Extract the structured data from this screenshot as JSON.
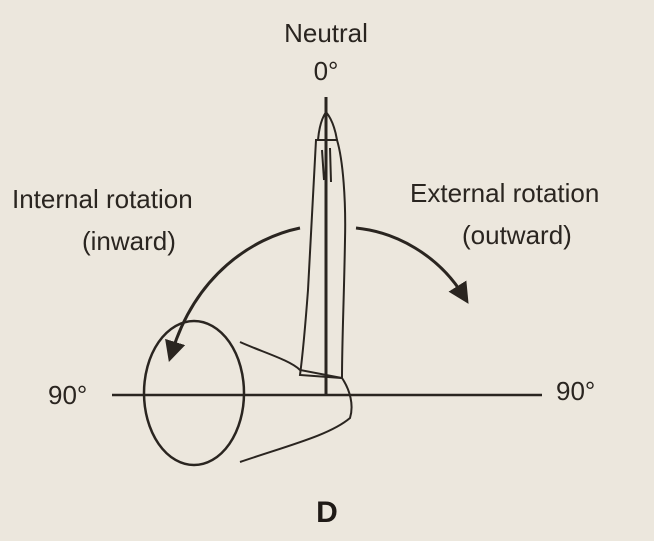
{
  "labels": {
    "neutral": "Neutral",
    "neutral_deg": "0°",
    "internal_line1": "Internal rotation",
    "internal_line2": "(inward)",
    "external_line1": "External rotation",
    "external_line2": "(outward)",
    "left_deg": "90°",
    "right_deg": "90°",
    "panel_letter": "D"
  },
  "colors": {
    "background": "#ece7dd",
    "ink": "#2a2520"
  }
}
